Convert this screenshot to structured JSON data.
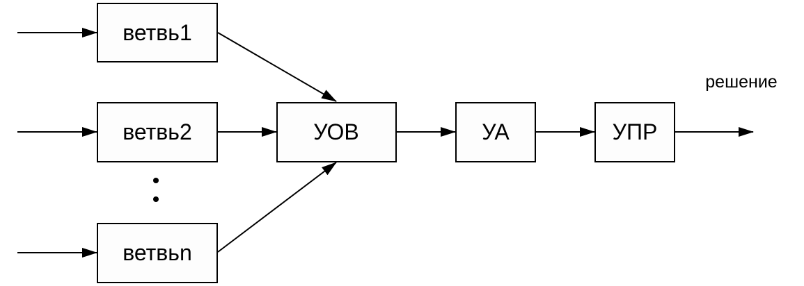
{
  "diagram": {
    "blocks": {
      "branch1": "ветвь1",
      "branch2": "ветвь2",
      "branchn": "ветвьn",
      "uov": "УОВ",
      "ua": "УА",
      "upr": "УПР"
    },
    "output_label": "решение",
    "line_color": "#000000",
    "block_fill": "#fdfdfd"
  }
}
